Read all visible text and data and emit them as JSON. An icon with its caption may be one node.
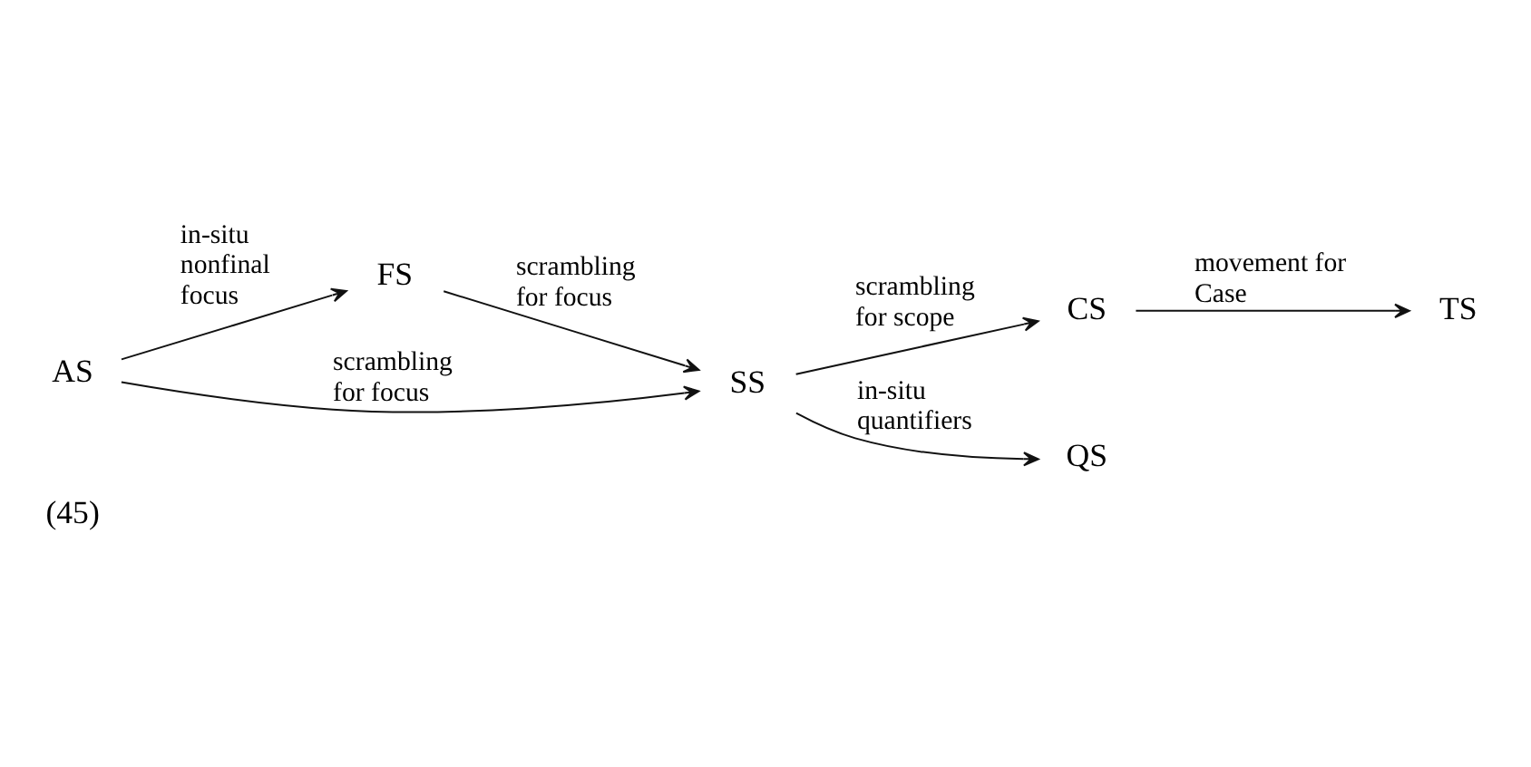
{
  "diagram": {
    "nodes": [
      {
        "text": [
          "AS"
        ]
      },
      {
        "text": [
          "FS"
        ]
      },
      {
        "text": [
          "SS"
        ]
      },
      {
        "text": [
          "CS"
        ]
      },
      {
        "text": [
          "TS"
        ]
      },
      {
        "text": [
          "QS"
        ]
      }
    ],
    "edges": [
      {
        "from": 0,
        "to": 2,
        "arrow": "to",
        "label": "scrambling for focus"
      },
      {
        "from": 0,
        "to": 1,
        "arrow": "to",
        "label": "in-situ nonfinal focus"
      },
      {
        "from": 1,
        "to": 2,
        "arrow": "to",
        "label": "scrambling for focus"
      },
      {
        "from": 2,
        "to": 3,
        "arrow": "to",
        "label": "scrambling for scope"
      },
      {
        "from": 3,
        "to": 4,
        "arrow": "to",
        "label": "movement for Case"
      },
      {
        "from": 2,
        "to": 5,
        "arrow": "to",
        "label": "in-situ quantifiers"
      }
    ],
    "labels": [
      "(45)"
    ]
  }
}
